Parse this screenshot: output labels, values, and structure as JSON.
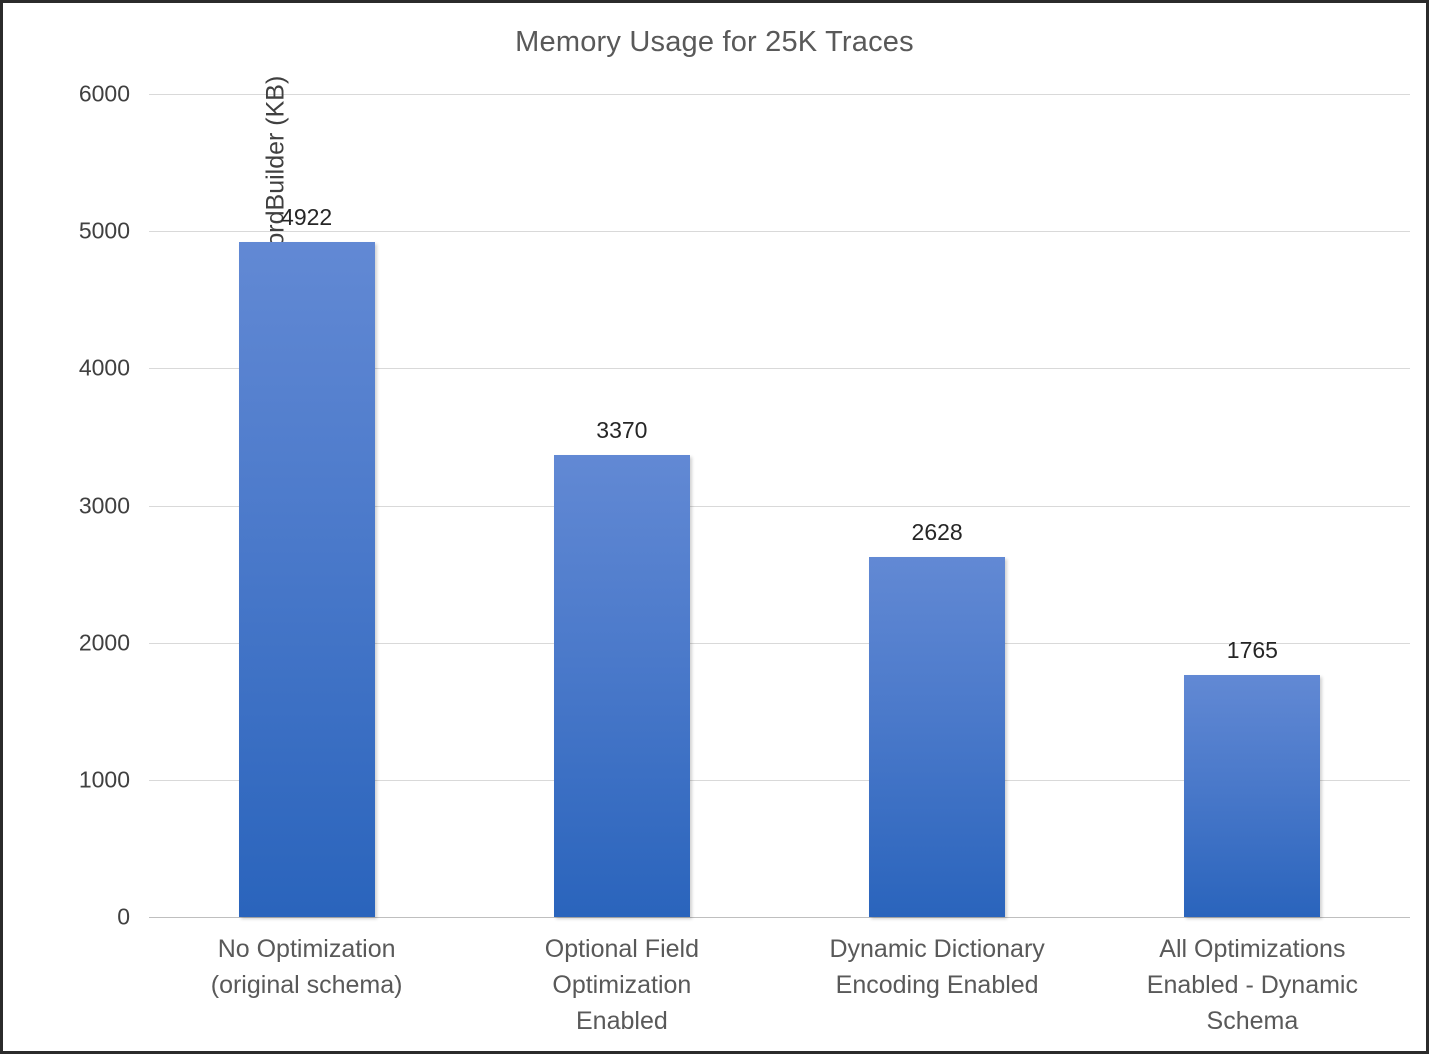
{
  "chart_data": {
    "type": "bar",
    "title": "Memory Usage for 25K Traces",
    "xlabel": "",
    "ylabel": "Memory used by the RecordBuilder (KB)",
    "categories": [
      "No Optimization (original schema)",
      "Optional Field Optimization Enabled",
      "Dynamic Dictionary Encoding Enabled",
      "All Optimizations Enabled - Dynamic Schema"
    ],
    "category_lines": [
      [
        "No Optimization",
        "(original schema)"
      ],
      [
        "Optional Field",
        "Optimization",
        "Enabled"
      ],
      [
        "Dynamic Dictionary",
        "Encoding Enabled"
      ],
      [
        "All Optimizations",
        "Enabled - Dynamic",
        "Schema"
      ]
    ],
    "values": [
      4922,
      3370,
      2628,
      1765
    ],
    "value_labels": [
      "4922",
      "3370",
      "2628",
      "1765"
    ],
    "ylim": [
      0,
      6000
    ],
    "ytick_values": [
      0,
      1000,
      2000,
      3000,
      4000,
      5000,
      6000
    ],
    "ytick_labels": [
      "0",
      "1000",
      "2000",
      "3000",
      "4000",
      "5000",
      "6000"
    ],
    "grid": true,
    "legend": false,
    "legend_position": "none",
    "series": [
      {
        "name": "Memory used by the RecordBuilder (KB)",
        "values": [
          4922,
          3370,
          2628,
          1765
        ]
      }
    ],
    "colors": {
      "bar_top": "#6289d4",
      "bar_mid": "#4a79ca",
      "bar_bottom": "#2a64bc",
      "gridline": "#d9d9d9",
      "axis_line": "#bfbfbf",
      "title_text": "#595959",
      "tick_text": "#404040",
      "value_text": "#262626",
      "background": "#ffffff",
      "frame_border": "#2b2b2b"
    }
  }
}
